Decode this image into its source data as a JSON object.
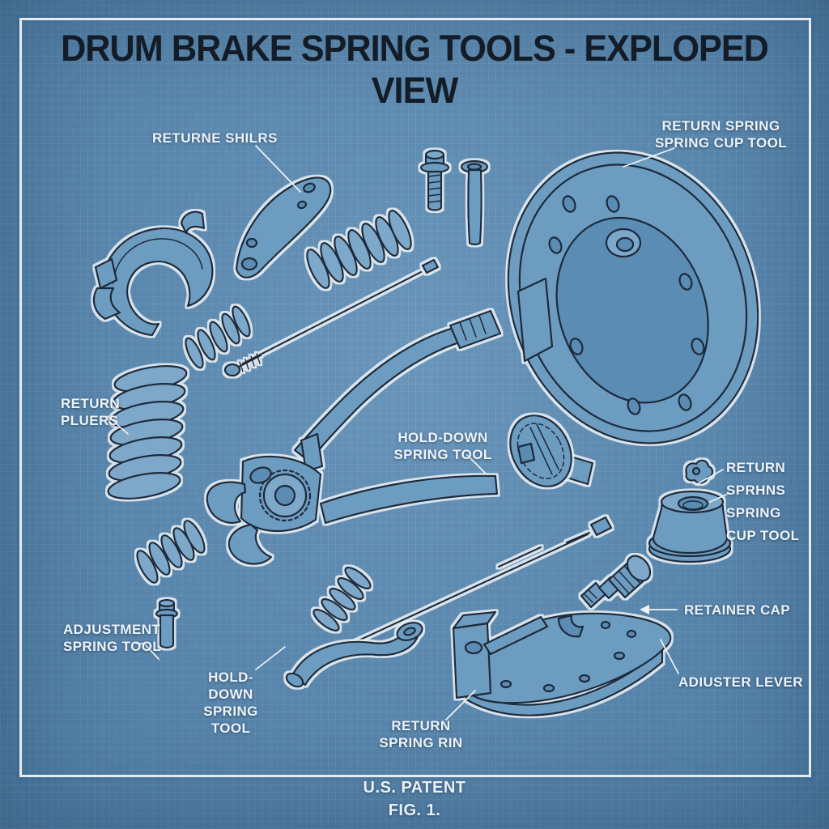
{
  "title": "DRUM BRAKE SPRING TOOLS - EXPLOPED VIEW",
  "labels": {
    "returne_shilrs": "RETURNE SHILRS",
    "return_spring_cup_tool_top": "RETURN SPRING\nSPRING CUP TOOL",
    "return_pluers": "RETURN\nPLUERS",
    "hold_down_spring_tool_center": "HOLD-DOWN\nSPRING TOOL",
    "return_sprhns_spring_cup_tool": "RETURN\nSPRHNS\nSPRING\nCUP TOOL",
    "retainer_cap": "RETAINER CAP",
    "adiuster_lever": "ADIUSTER LEVER",
    "adjustment_spring_tool": "ADJUSTMENT\nSPRING TOOL",
    "hold_down_spring_tool_bottom": "HOLD-DOWN\nSPRING TOOL",
    "return_spring_rin": "RETURN\nSPRING RIN"
  },
  "footer": {
    "patent": "U.S. PATENT",
    "figure": "FIG. 1."
  },
  "colors": {
    "background": "#5889b2",
    "line_ink": "#1e2b3a",
    "line_halo": "#edf2f6",
    "label_text": "#eef4f8",
    "title_text": "#131c27"
  }
}
